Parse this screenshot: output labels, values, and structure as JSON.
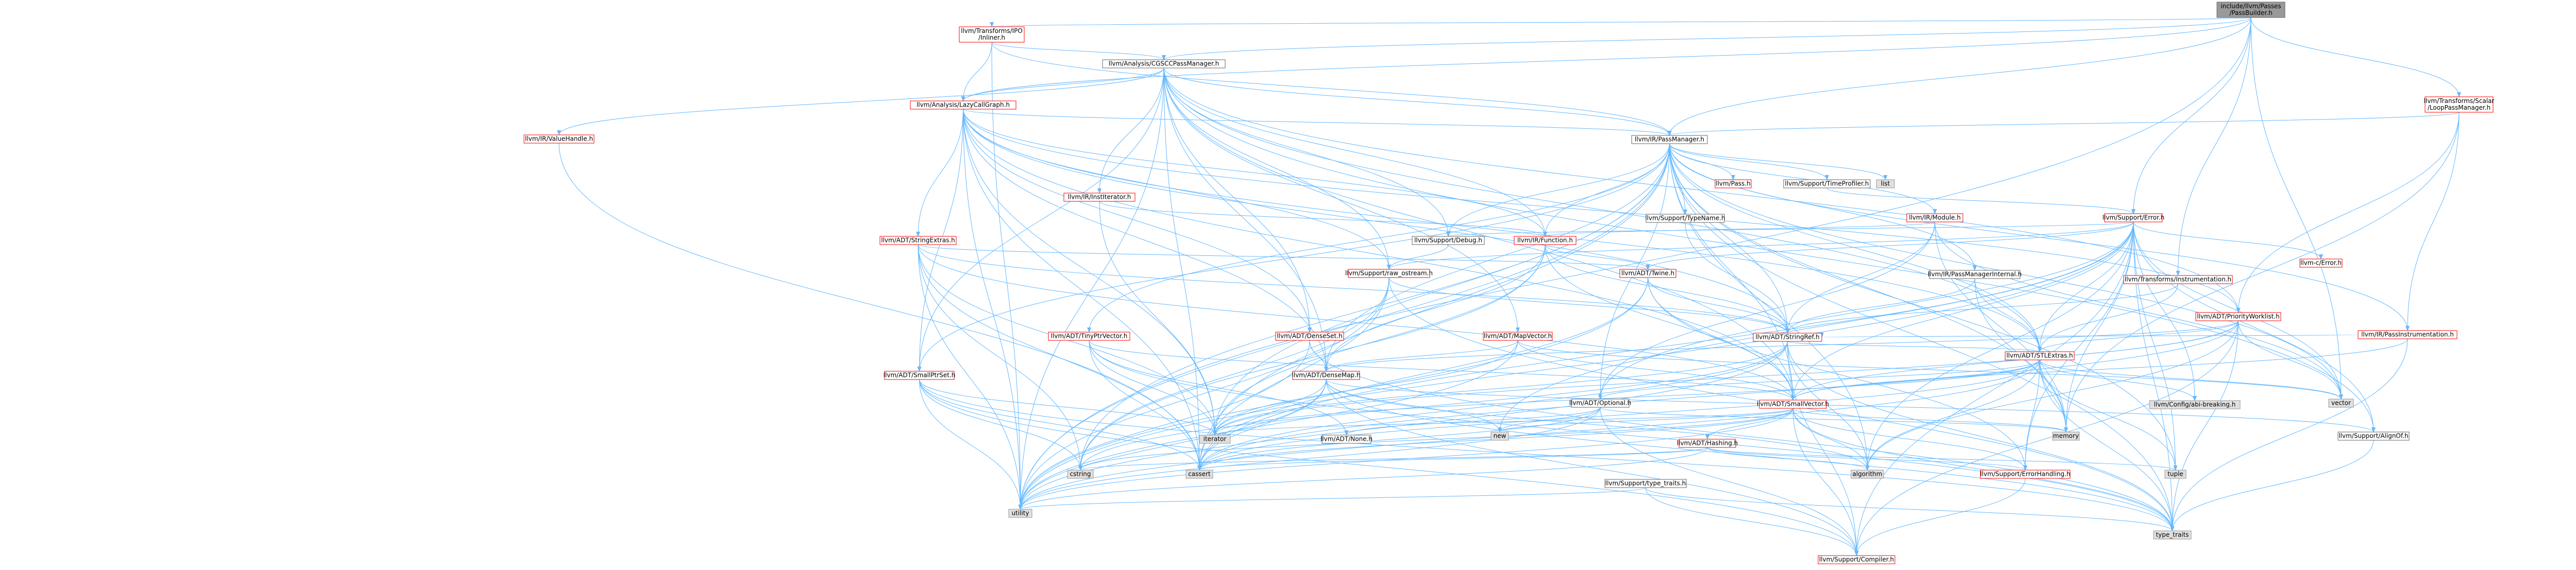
{
  "diagram": {
    "colors": {
      "root_fill": "#999999",
      "root_border": "#666666",
      "doc_fill": "#ffffff",
      "doc_border": "#ff0000",
      "doc_border_plain": "#666666",
      "external_fill": "#e0e0e0",
      "external_border": "#999999",
      "edge": "#63b8ff"
    },
    "nodes": [
      {
        "id": "root",
        "lines": [
          "include/llvm/Passes",
          "/PassBuilder.h"
        ],
        "kind": "root"
      },
      {
        "id": "inliner",
        "lines": [
          "llvm/Transforms/IPO",
          "/Inliner.h"
        ],
        "kind": "red"
      },
      {
        "id": "cgscc",
        "lines": [
          "llvm/Analysis/CGSCCPassManager.h"
        ],
        "kind": "plain"
      },
      {
        "id": "looppm",
        "lines": [
          "llvm/Transforms/Scalar",
          "/LoopPassManager.h"
        ],
        "kind": "red"
      },
      {
        "id": "lcg",
        "lines": [
          "llvm/Analysis/LazyCallGraph.h"
        ],
        "kind": "red"
      },
      {
        "id": "valuehandle",
        "lines": [
          "llvm/IR/ValueHandle.h"
        ],
        "kind": "red"
      },
      {
        "id": "irpm",
        "lines": [
          "llvm/IR/PassManager.h"
        ],
        "kind": "plain"
      },
      {
        "id": "institer",
        "lines": [
          "llvm/IR/InstIterator.h"
        ],
        "kind": "red"
      },
      {
        "id": "pass",
        "lines": [
          "llvm/Pass.h"
        ],
        "kind": "red"
      },
      {
        "id": "timeprof",
        "lines": [
          "llvm/Support/TimeProfiler.h"
        ],
        "kind": "plain"
      },
      {
        "id": "list",
        "lines": [
          "list"
        ],
        "kind": "external"
      },
      {
        "id": "typename",
        "lines": [
          "llvm/Support/TypeName.h"
        ],
        "kind": "plain"
      },
      {
        "id": "module",
        "lines": [
          "llvm/IR/Module.h"
        ],
        "kind": "red"
      },
      {
        "id": "error",
        "lines": [
          "llvm/Support/Error.h"
        ],
        "kind": "red"
      },
      {
        "id": "debug",
        "lines": [
          "llvm/Support/Debug.h"
        ],
        "kind": "plain"
      },
      {
        "id": "function",
        "lines": [
          "llvm/IR/Function.h"
        ],
        "kind": "red"
      },
      {
        "id": "strextras",
        "lines": [
          "llvm/ADT/StringExtras.h"
        ],
        "kind": "red"
      },
      {
        "id": "rawostream",
        "lines": [
          "llvm/Support/raw_ostream.h"
        ],
        "kind": "red"
      },
      {
        "id": "twine",
        "lines": [
          "llvm/ADT/Twine.h"
        ],
        "kind": "red"
      },
      {
        "id": "pmint",
        "lines": [
          "llvm/IR/PassManagerInternal.h"
        ],
        "kind": "plain"
      },
      {
        "id": "transinstr",
        "lines": [
          "llvm/Transforms/Instrumentation.h"
        ],
        "kind": "red"
      },
      {
        "id": "cerror",
        "lines": [
          "llvm-c/Error.h"
        ],
        "kind": "red"
      },
      {
        "id": "pwl",
        "lines": [
          "llvm/ADT/PriorityWorklist.h"
        ],
        "kind": "red"
      },
      {
        "id": "passinstr",
        "lines": [
          "llvm/IR/PassInstrumentation.h"
        ],
        "kind": "red"
      },
      {
        "id": "tinyptr",
        "lines": [
          "llvm/ADT/TinyPtrVector.h"
        ],
        "kind": "red"
      },
      {
        "id": "denseset",
        "lines": [
          "llvm/ADT/DenseSet.h"
        ],
        "kind": "red"
      },
      {
        "id": "mapvector",
        "lines": [
          "llvm/ADT/MapVector.h"
        ],
        "kind": "red"
      },
      {
        "id": "stringref",
        "lines": [
          "llvm/ADT/StringRef.h"
        ],
        "kind": "red"
      },
      {
        "id": "stlextras",
        "lines": [
          "llvm/ADT/STLExtras.h"
        ],
        "kind": "red"
      },
      {
        "id": "smallptrset",
        "lines": [
          "llvm/ADT/SmallPtrSet.h"
        ],
        "kind": "red"
      },
      {
        "id": "densemap",
        "lines": [
          "llvm/ADT/DenseMap.h"
        ],
        "kind": "red"
      },
      {
        "id": "optional",
        "lines": [
          "llvm/ADT/Optional.h"
        ],
        "kind": "plain"
      },
      {
        "id": "smallvector",
        "lines": [
          "llvm/ADT/SmallVector.h"
        ],
        "kind": "red"
      },
      {
        "id": "configbreak",
        "lines": [
          "llvm/Config/abi-breaking.h"
        ],
        "kind": "external"
      },
      {
        "id": "vector",
        "lines": [
          "vector"
        ],
        "kind": "external"
      },
      {
        "id": "memory",
        "lines": [
          "memory"
        ],
        "kind": "external"
      },
      {
        "id": "alignof",
        "lines": [
          "llvm/Support/AlignOf.h"
        ],
        "kind": "plain"
      },
      {
        "id": "none",
        "lines": [
          "llvm/ADT/None.h"
        ],
        "kind": "plain"
      },
      {
        "id": "hashing",
        "lines": [
          "llvm/ADT/Hashing.h"
        ],
        "kind": "red"
      },
      {
        "id": "new",
        "lines": [
          "new"
        ],
        "kind": "external"
      },
      {
        "id": "iterator",
        "lines": [
          "iterator"
        ],
        "kind": "external"
      },
      {
        "id": "cstring",
        "lines": [
          "cstring"
        ],
        "kind": "external"
      },
      {
        "id": "cassert",
        "lines": [
          "cassert"
        ],
        "kind": "external"
      },
      {
        "id": "typetraits_llvm",
        "lines": [
          "llvm/Support/type_traits.h"
        ],
        "kind": "plain"
      },
      {
        "id": "algorithm",
        "lines": [
          "algorithm"
        ],
        "kind": "external"
      },
      {
        "id": "errhandling",
        "lines": [
          "llvm/Support/ErrorHandling.h"
        ],
        "kind": "red"
      },
      {
        "id": "tuple",
        "lines": [
          "tuple"
        ],
        "kind": "external"
      },
      {
        "id": "utility",
        "lines": [
          "utility"
        ],
        "kind": "external"
      },
      {
        "id": "compiler",
        "lines": [
          "llvm/Support/Compiler.h"
        ],
        "kind": "red"
      },
      {
        "id": "type_traits",
        "lines": [
          "type_traits"
        ],
        "kind": "external"
      }
    ],
    "edges": [
      [
        "root",
        "inliner"
      ],
      [
        "root",
        "cgscc"
      ],
      [
        "root",
        "looppm"
      ],
      [
        "root",
        "irpm"
      ],
      [
        "root",
        "error"
      ],
      [
        "root",
        "transinstr"
      ],
      [
        "root",
        "vector"
      ],
      [
        "root",
        "utility"
      ],
      [
        "root",
        "lcg"
      ],
      [
        "inliner",
        "cgscc"
      ],
      [
        "inliner",
        "lcg"
      ],
      [
        "inliner",
        "irpm"
      ],
      [
        "inliner",
        "utility"
      ],
      [
        "cgscc",
        "lcg"
      ],
      [
        "cgscc",
        "valuehandle"
      ],
      [
        "cgscc",
        "irpm"
      ],
      [
        "cgscc",
        "institer"
      ],
      [
        "cgscc",
        "function"
      ],
      [
        "cgscc",
        "debug"
      ],
      [
        "cgscc",
        "rawostream"
      ],
      [
        "cgscc",
        "pwl"
      ],
      [
        "cgscc",
        "mapvector"
      ],
      [
        "cgscc",
        "denseset"
      ],
      [
        "cgscc",
        "densemap"
      ],
      [
        "cgscc",
        "stlextras"
      ],
      [
        "cgscc",
        "smallptrset"
      ],
      [
        "cgscc",
        "smallvector"
      ],
      [
        "cgscc",
        "cassert"
      ],
      [
        "cgscc",
        "utility"
      ],
      [
        "cgscc",
        "alignof"
      ],
      [
        "looppm",
        "irpm"
      ],
      [
        "looppm",
        "pwl"
      ],
      [
        "looppm",
        "passinstr"
      ],
      [
        "looppm",
        "memory"
      ],
      [
        "lcg",
        "irpm"
      ],
      [
        "lcg",
        "function"
      ],
      [
        "lcg",
        "strextras"
      ],
      [
        "lcg",
        "rawostream"
      ],
      [
        "lcg",
        "denseset"
      ],
      [
        "lcg",
        "densemap"
      ],
      [
        "lcg",
        "stlextras"
      ],
      [
        "lcg",
        "smallptrset"
      ],
      [
        "lcg",
        "smallvector"
      ],
      [
        "lcg",
        "stringref"
      ],
      [
        "lcg",
        "iterator"
      ],
      [
        "lcg",
        "cassert"
      ],
      [
        "lcg",
        "utility"
      ],
      [
        "lcg",
        "pwl"
      ],
      [
        "valuehandle",
        "cassert"
      ],
      [
        "irpm",
        "pass"
      ],
      [
        "irpm",
        "timeprof"
      ],
      [
        "irpm",
        "list"
      ],
      [
        "irpm",
        "typename"
      ],
      [
        "irpm",
        "module"
      ],
      [
        "irpm",
        "function"
      ],
      [
        "irpm",
        "pmint"
      ],
      [
        "irpm",
        "passinstr"
      ],
      [
        "irpm",
        "debug"
      ],
      [
        "irpm",
        "tinyptr"
      ],
      [
        "irpm",
        "densemap"
      ],
      [
        "irpm",
        "stlextras"
      ],
      [
        "irpm",
        "smallptrset"
      ],
      [
        "irpm",
        "stringref"
      ],
      [
        "irpm",
        "optional"
      ],
      [
        "irpm",
        "algorithm"
      ],
      [
        "irpm",
        "cassert"
      ],
      [
        "irpm",
        "cstring"
      ],
      [
        "irpm",
        "iterator"
      ],
      [
        "irpm",
        "memory"
      ],
      [
        "irpm",
        "tuple"
      ],
      [
        "irpm",
        "type_traits"
      ],
      [
        "irpm",
        "utility"
      ],
      [
        "irpm",
        "vector"
      ],
      [
        "irpm",
        "smallvector"
      ],
      [
        "institer",
        "function"
      ],
      [
        "institer",
        "iterator"
      ],
      [
        "timeprof",
        "error"
      ],
      [
        "typename",
        "stringref"
      ],
      [
        "module",
        "function"
      ],
      [
        "module",
        "stringref"
      ],
      [
        "module",
        "memory"
      ],
      [
        "module",
        "vector"
      ],
      [
        "module",
        "optional"
      ],
      [
        "error",
        "cerror"
      ],
      [
        "error",
        "stlextras"
      ],
      [
        "error",
        "smallvector"
      ],
      [
        "error",
        "stringextras_placeholder"
      ],
      [
        "error",
        "debug"
      ],
      [
        "error",
        "errhandling"
      ],
      [
        "error",
        "rawostream"
      ],
      [
        "error",
        "twine"
      ],
      [
        "error",
        "compiler"
      ],
      [
        "error",
        "optional"
      ],
      [
        "error",
        "alignof"
      ],
      [
        "error",
        "type_traits"
      ],
      [
        "error",
        "algorithm"
      ],
      [
        "error",
        "cassert"
      ],
      [
        "error",
        "memory"
      ],
      [
        "error",
        "new"
      ],
      [
        "error",
        "utility"
      ],
      [
        "error",
        "vector"
      ],
      [
        "error",
        "configbreak"
      ],
      [
        "error",
        "tuple"
      ],
      [
        "debug",
        "rawostream"
      ],
      [
        "function",
        "twine"
      ],
      [
        "function",
        "stringref"
      ],
      [
        "function",
        "densemap"
      ],
      [
        "function",
        "smallvector"
      ],
      [
        "function",
        "iterator"
      ],
      [
        "function",
        "cstring"
      ],
      [
        "strextras",
        "stringref"
      ],
      [
        "strextras",
        "twine"
      ],
      [
        "strextras",
        "smallvector"
      ],
      [
        "strextras",
        "iterator"
      ],
      [
        "strextras",
        "cstring"
      ],
      [
        "strextras",
        "utility"
      ],
      [
        "strextras",
        "cassert"
      ],
      [
        "rawostream",
        "stringref"
      ],
      [
        "rawostream",
        "cassert"
      ],
      [
        "rawostream",
        "cstring"
      ],
      [
        "rawostream",
        "type_traits"
      ],
      [
        "rawostream",
        "utility"
      ],
      [
        "twine",
        "smallvector"
      ],
      [
        "twine",
        "stringref"
      ],
      [
        "twine",
        "errhandling"
      ],
      [
        "twine",
        "cassert"
      ],
      [
        "twine",
        "utility"
      ],
      [
        "pmint",
        "stringref"
      ],
      [
        "pmint",
        "stlextras"
      ],
      [
        "pmint",
        "memory"
      ],
      [
        "transinstr",
        "stringref"
      ],
      [
        "transinstr",
        "stlextras"
      ],
      [
        "pwl",
        "densemap"
      ],
      [
        "pwl",
        "stlextras"
      ],
      [
        "pwl",
        "smallvector"
      ],
      [
        "pwl",
        "compiler"
      ],
      [
        "pwl",
        "algorithm"
      ],
      [
        "pwl",
        "cassert"
      ],
      [
        "pwl",
        "iterator"
      ],
      [
        "pwl",
        "type_traits"
      ],
      [
        "pwl",
        "vector"
      ],
      [
        "passinstr",
        "stringref"
      ],
      [
        "passinstr",
        "smallvector"
      ],
      [
        "passinstr",
        "type_traits"
      ],
      [
        "tinyptr",
        "smallvector"
      ],
      [
        "tinyptr",
        "none"
      ],
      [
        "tinyptr",
        "cassert"
      ],
      [
        "tinyptr",
        "iterator"
      ],
      [
        "tinyptr",
        "type_traits"
      ],
      [
        "denseset",
        "densemap"
      ],
      [
        "denseset",
        "utility"
      ],
      [
        "denseset",
        "type_traits"
      ],
      [
        "mapvector",
        "densemap"
      ],
      [
        "mapvector",
        "smallvector"
      ],
      [
        "mapvector",
        "iterator"
      ],
      [
        "mapvector",
        "vector"
      ],
      [
        "mapvector",
        "utility"
      ],
      [
        "stringref",
        "stlextras"
      ],
      [
        "stringref",
        "compiler"
      ],
      [
        "stringref",
        "algorithm"
      ],
      [
        "stringref",
        "cassert"
      ],
      [
        "stringref",
        "cstring"
      ],
      [
        "stringref",
        "iterator"
      ],
      [
        "stringref",
        "type_traits"
      ],
      [
        "stringref",
        "utility"
      ],
      [
        "stlextras",
        "optional"
      ],
      [
        "stlextras",
        "smallvector"
      ],
      [
        "stlextras",
        "configbreak"
      ],
      [
        "stlextras",
        "errhandling"
      ],
      [
        "stlextras",
        "algorithm"
      ],
      [
        "stlextras",
        "cassert"
      ],
      [
        "stlextras",
        "iterator"
      ],
      [
        "stlextras",
        "memory"
      ],
      [
        "stlextras",
        "tuple"
      ],
      [
        "stlextras",
        "type_traits"
      ],
      [
        "stlextras",
        "utility"
      ],
      [
        "stlextras",
        "vector"
      ],
      [
        "smallptrset",
        "compiler"
      ],
      [
        "smallptrset",
        "type_traits_llvm"
      ],
      [
        "smallptrset",
        "iterator"
      ],
      [
        "smallptrset",
        "cassert"
      ],
      [
        "smallptrset",
        "cstring"
      ],
      [
        "smallptrset",
        "utility"
      ],
      [
        "smallptrset",
        "type_traits"
      ],
      [
        "densemap",
        "compiler"
      ],
      [
        "densemap",
        "alignof"
      ],
      [
        "densemap",
        "type_traits_llvm"
      ],
      [
        "densemap",
        "algorithm"
      ],
      [
        "densemap",
        "cassert"
      ],
      [
        "densemap",
        "iterator"
      ],
      [
        "densemap",
        "new"
      ],
      [
        "densemap",
        "type_traits"
      ],
      [
        "densemap",
        "utility"
      ],
      [
        "optional",
        "none"
      ],
      [
        "optional",
        "compiler"
      ],
      [
        "optional",
        "type_traits_llvm"
      ],
      [
        "optional",
        "cassert"
      ],
      [
        "optional",
        "memory"
      ],
      [
        "optional",
        "new"
      ],
      [
        "optional",
        "utility"
      ],
      [
        "smallvector",
        "compiler"
      ],
      [
        "smallvector",
        "type_traits_llvm"
      ],
      [
        "smallvector",
        "algorithm"
      ],
      [
        "smallvector",
        "cassert"
      ],
      [
        "smallvector",
        "cstring"
      ],
      [
        "smallvector",
        "iterator"
      ],
      [
        "smallvector",
        "memory"
      ],
      [
        "smallvector",
        "new"
      ],
      [
        "smallvector",
        "type_traits"
      ],
      [
        "smallvector",
        "utility"
      ],
      [
        "smallvector",
        "errhandling"
      ],
      [
        "smallvector",
        "hashing"
      ],
      [
        "alignof",
        "type_traits"
      ],
      [
        "hashing",
        "errhandling"
      ],
      [
        "hashing",
        "type_traits_llvm"
      ],
      [
        "hashing",
        "algorithm"
      ],
      [
        "hashing",
        "cassert"
      ],
      [
        "hashing",
        "cstring"
      ],
      [
        "hashing",
        "tuple"
      ],
      [
        "hashing",
        "utility"
      ],
      [
        "typetraits_llvm",
        "type_traits"
      ],
      [
        "typetraits_llvm",
        "utility"
      ],
      [
        "typetraits_llvm",
        "compiler"
      ],
      [
        "errhandling",
        "compiler"
      ],
      [
        "compiler",
        "type_traits_none"
      ]
    ]
  }
}
